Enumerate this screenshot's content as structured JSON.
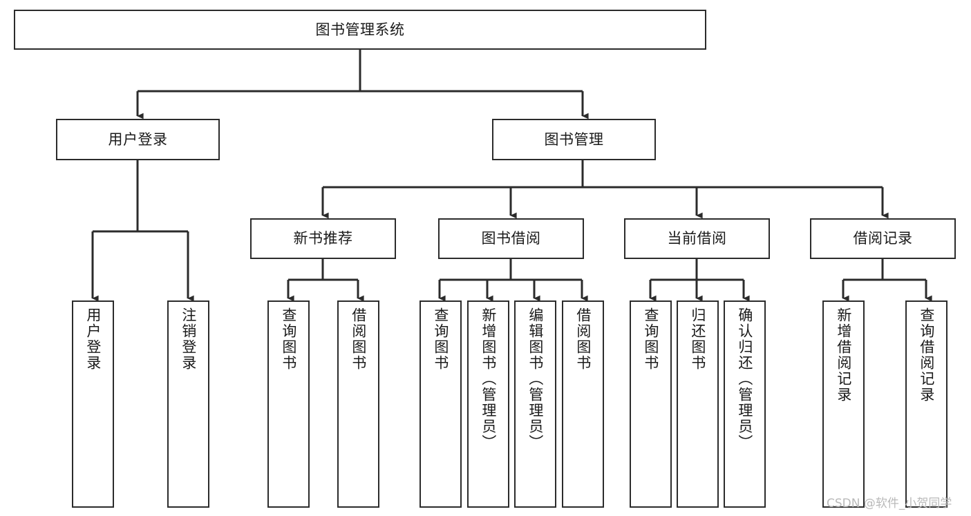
{
  "diagram": {
    "type": "tree",
    "title": "图书管理系统",
    "root": {
      "id": "root",
      "label": "图书管理系统"
    },
    "level2": [
      {
        "id": "user-login",
        "label": "用户登录"
      },
      {
        "id": "book-manage",
        "label": "图书管理"
      }
    ],
    "level3": [
      {
        "id": "new-book-recommend",
        "label": "新书推荐",
        "parent": "book-manage"
      },
      {
        "id": "book-borrow",
        "label": "图书借阅",
        "parent": "book-manage"
      },
      {
        "id": "current-borrow",
        "label": "当前借阅",
        "parent": "book-manage"
      },
      {
        "id": "borrow-record",
        "label": "借阅记录",
        "parent": "book-manage"
      }
    ],
    "leaves": {
      "user_login": [
        {
          "id": "leaf-user-login",
          "label": "用户登录"
        },
        {
          "id": "leaf-user-logout",
          "label": "注销登录"
        }
      ],
      "new_book_recommend": [
        {
          "id": "leaf-query-book-1",
          "label": "查询图书"
        },
        {
          "id": "leaf-borrow-book-1",
          "label": "借阅图书"
        }
      ],
      "book_borrow": [
        {
          "id": "leaf-query-book-2",
          "label": "查询图书"
        },
        {
          "id": "leaf-add-book",
          "label": "新增图书（管理员）"
        },
        {
          "id": "leaf-edit-book",
          "label": "编辑图书（管理员）"
        },
        {
          "id": "leaf-borrow-book-2",
          "label": "借阅图书"
        }
      ],
      "current_borrow": [
        {
          "id": "leaf-query-book-3",
          "label": "查询图书"
        },
        {
          "id": "leaf-return-book",
          "label": "归还图书"
        },
        {
          "id": "leaf-confirm-return",
          "label": "确认归还（管理员）"
        }
      ],
      "borrow_record": [
        {
          "id": "leaf-add-record",
          "label": "新增借阅记录"
        },
        {
          "id": "leaf-query-record",
          "label": "查询借阅记录"
        }
      ]
    },
    "watermark": "CSDN @软件_小贺同学",
    "colors": {
      "stroke": "#2b2b2b",
      "fill": "#ffffff",
      "text": "#1a1a1a",
      "watermark": "#b9b9b9"
    }
  }
}
